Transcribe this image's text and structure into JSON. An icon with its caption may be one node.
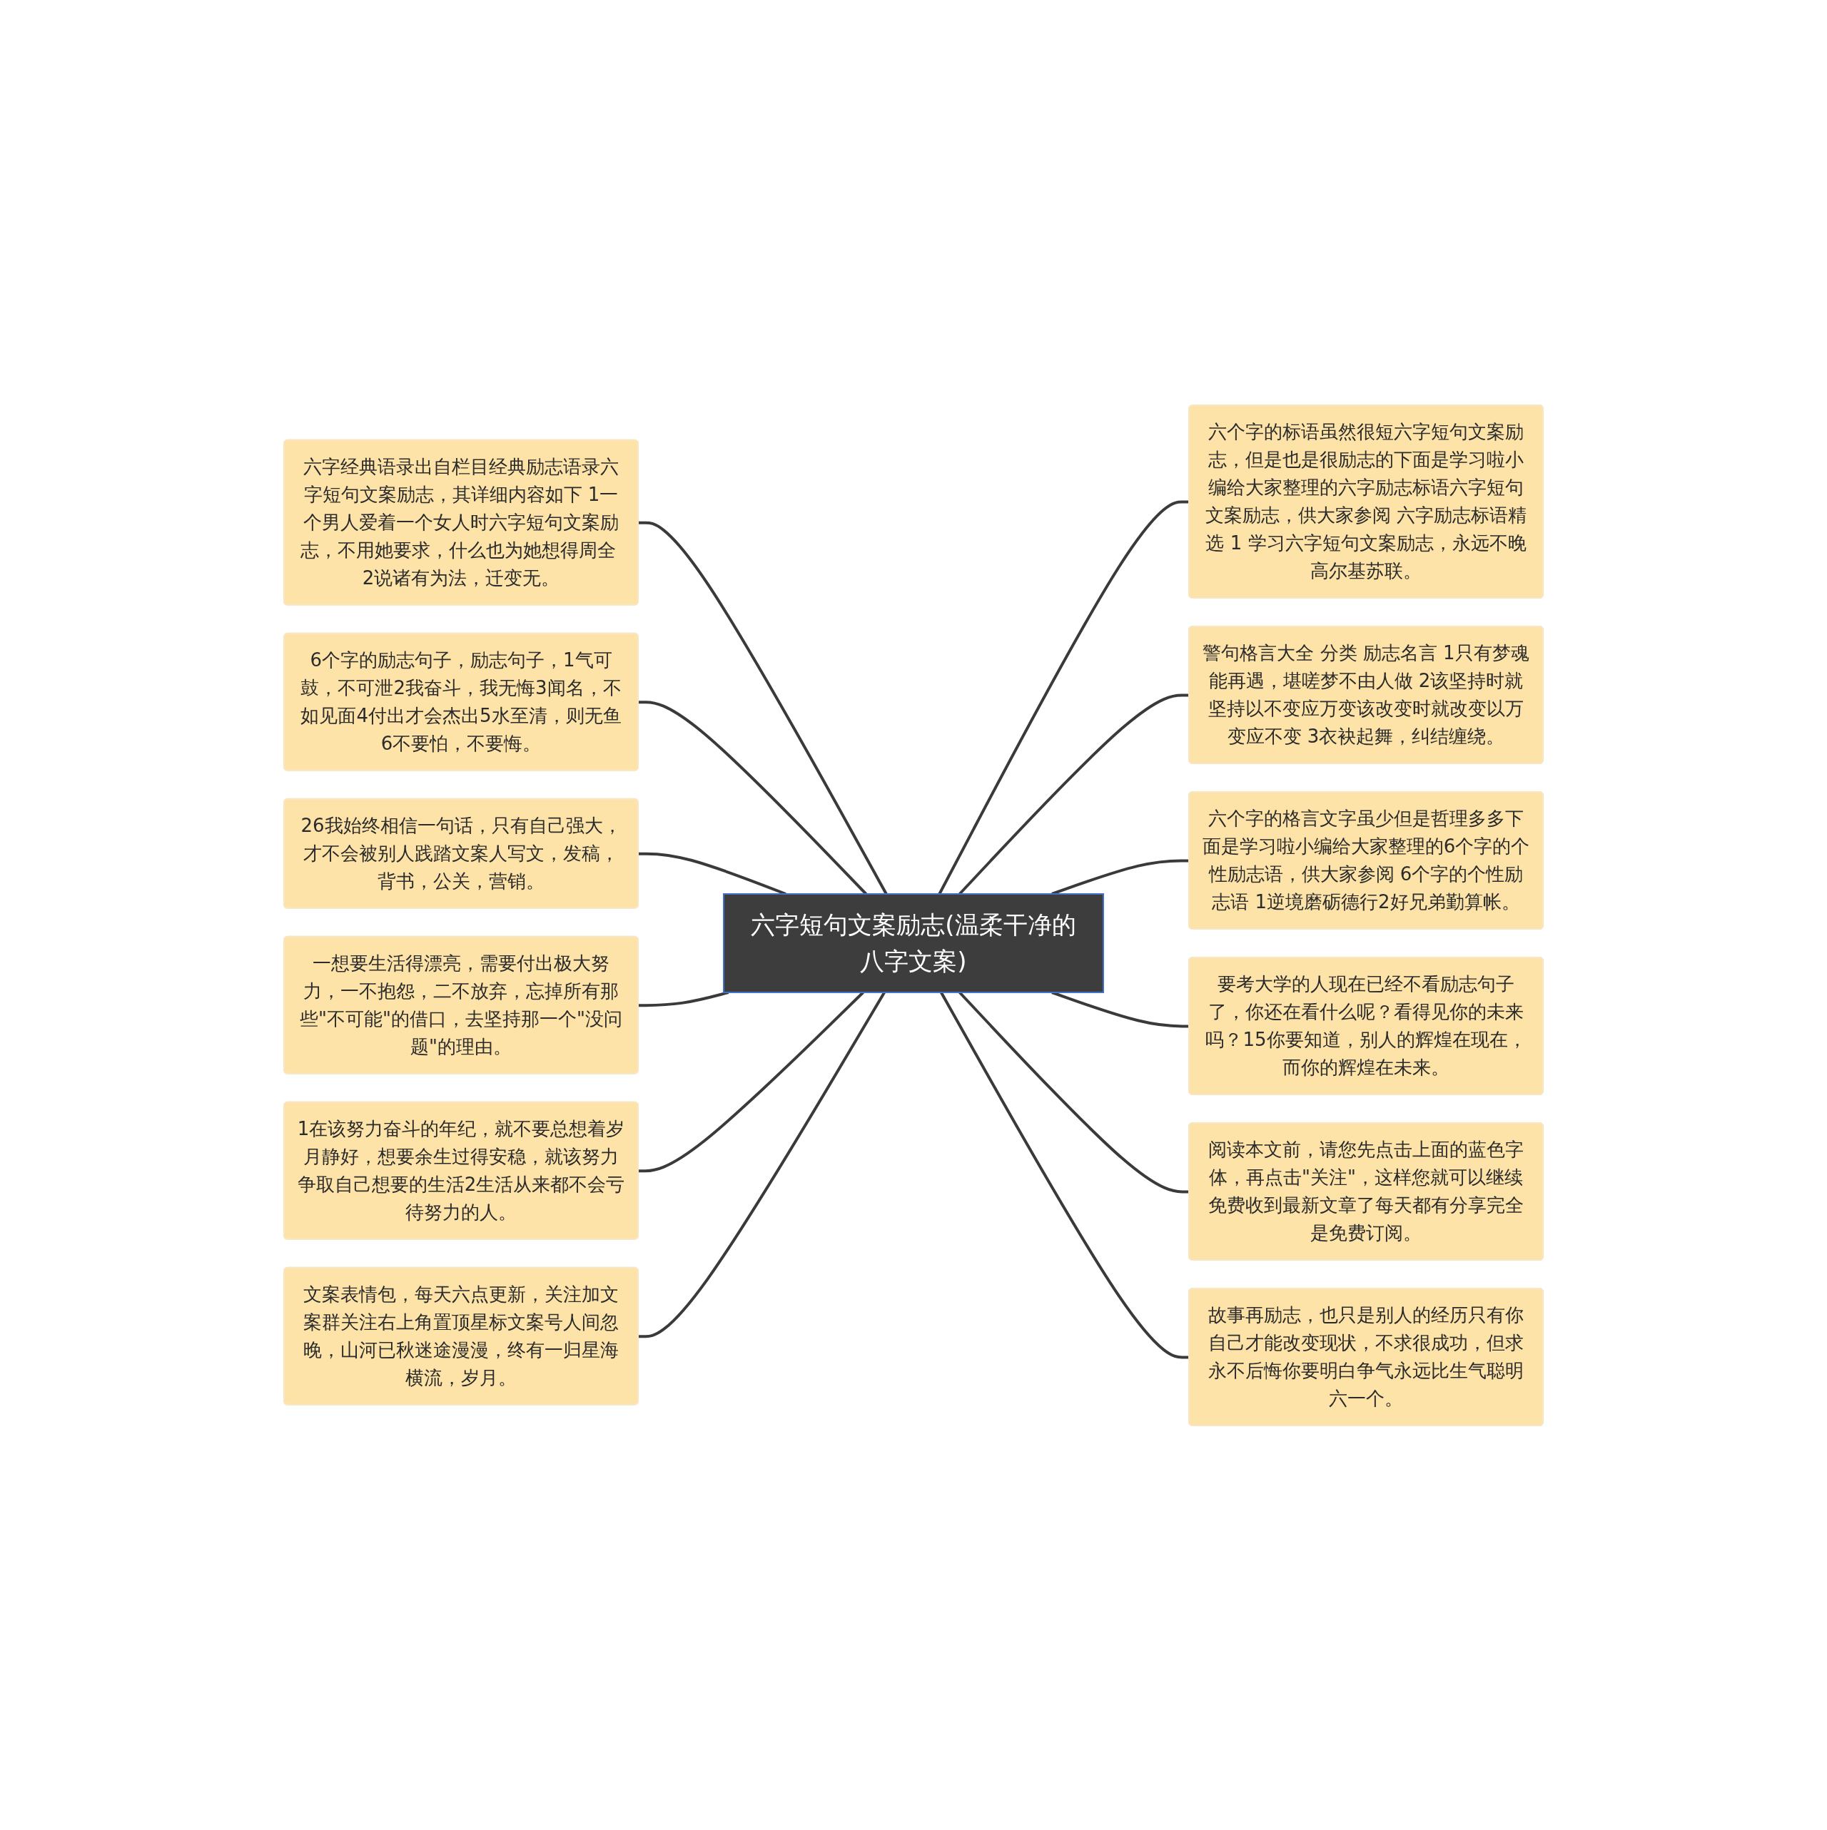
{
  "diagram": {
    "nodes": [
      {
        "text": [
          "六字短句文案励志(温柔干净的八字文案)"
        ]
      },
      {
        "text": [
          "六字经典语录出自栏目经典励志语录六字短句文案励志，其详细内容如下 1一个男人爱着一个女人时六字短句文案励志，不用她要求，什么也为她想得周全 2说诸有为法，迁变无。"
        ]
      },
      {
        "text": [
          "6个字的励志句子，励志句子，1气可鼓，不可泄2我奋斗，我无悔3闻名，不如见面4付出才会杰出5水至清，则无鱼6不要怕，不要悔。"
        ]
      },
      {
        "text": [
          "26我始终相信一句话，只有自己强大，才不会被别人践踏文案人写文，发稿，背书，公关，营销。"
        ]
      },
      {
        "text": [
          "一想要生活得漂亮，需要付出极大努力，一不抱怨，二不放弃，忘掉所有那些\"不可能\"的借口，去坚持那一个\"没问题\"的理由。"
        ]
      },
      {
        "text": [
          "1在该努力奋斗的年纪，就不要总想着岁月静好，想要余生过得安稳，就该努力争取自己想要的生活2生活从来都不会亏待努力的人。"
        ]
      },
      {
        "text": [
          "文案表情包，每天六点更新，关注加文案群关注右上角置顶星标文案号人间忽晚，山河已秋迷途漫漫，终有一归星海横流，岁月。"
        ]
      },
      {
        "text": [
          "六个字的标语虽然很短六字短句文案励志，但是也是很励志的下面是学习啦小编给大家整理的六字励志标语六字短句文案励志，供大家参阅 六字励志标语精选 1 学习六字短句文案励志，永远不晚高尔基苏联。"
        ]
      },
      {
        "text": [
          "警句格言大全 分类 励志名言 1只有梦魂能再遇，堪嗟梦不由人做 2该坚持时就坚持以不变应万变该改变时就改变以万变应不变 3衣袂起舞，纠结缠绕。"
        ]
      },
      {
        "text": [
          "六个字的格言文字虽少但是哲理多多下面是学习啦小编给大家整理的6个字的个性励志语，供大家参阅 6个字的个性励志语 1逆境磨砺德行2好兄弟勤算帐。"
        ]
      },
      {
        "text": [
          "要考大学的人现在已经不看励志句子了，你还在看什么呢？看得见你的未来吗？15你要知道，别人的辉煌在现在，而你的辉煌在未来。"
        ]
      },
      {
        "text": [
          "阅读本文前，请您先点击上面的蓝色字体，再点击\"关注\"，这样您就可以继续免费收到最新文章了每天都有分享完全是免费订阅。"
        ]
      },
      {
        "text": [
          "故事再励志，也只是别人的经历只有你自己才能改变现状，不求很成功，但求永不后悔你要明白争气永远比生气聪明六一个。"
        ]
      }
    ],
    "edges": [
      {
        "from": 0,
        "to": 1,
        "arrow": "none"
      },
      {
        "from": 0,
        "to": 2,
        "arrow": "none"
      },
      {
        "from": 0,
        "to": 3,
        "arrow": "none"
      },
      {
        "from": 0,
        "to": 4,
        "arrow": "none"
      },
      {
        "from": 0,
        "to": 5,
        "arrow": "none"
      },
      {
        "from": 0,
        "to": 6,
        "arrow": "none"
      },
      {
        "from": 0,
        "to": 7,
        "arrow": "none"
      },
      {
        "from": 0,
        "to": 8,
        "arrow": "none"
      },
      {
        "from": 0,
        "to": 9,
        "arrow": "none"
      },
      {
        "from": 0,
        "to": 10,
        "arrow": "none"
      },
      {
        "from": 0,
        "to": 11,
        "arrow": "none"
      },
      {
        "from": 0,
        "to": 12,
        "arrow": "none"
      }
    ]
  }
}
